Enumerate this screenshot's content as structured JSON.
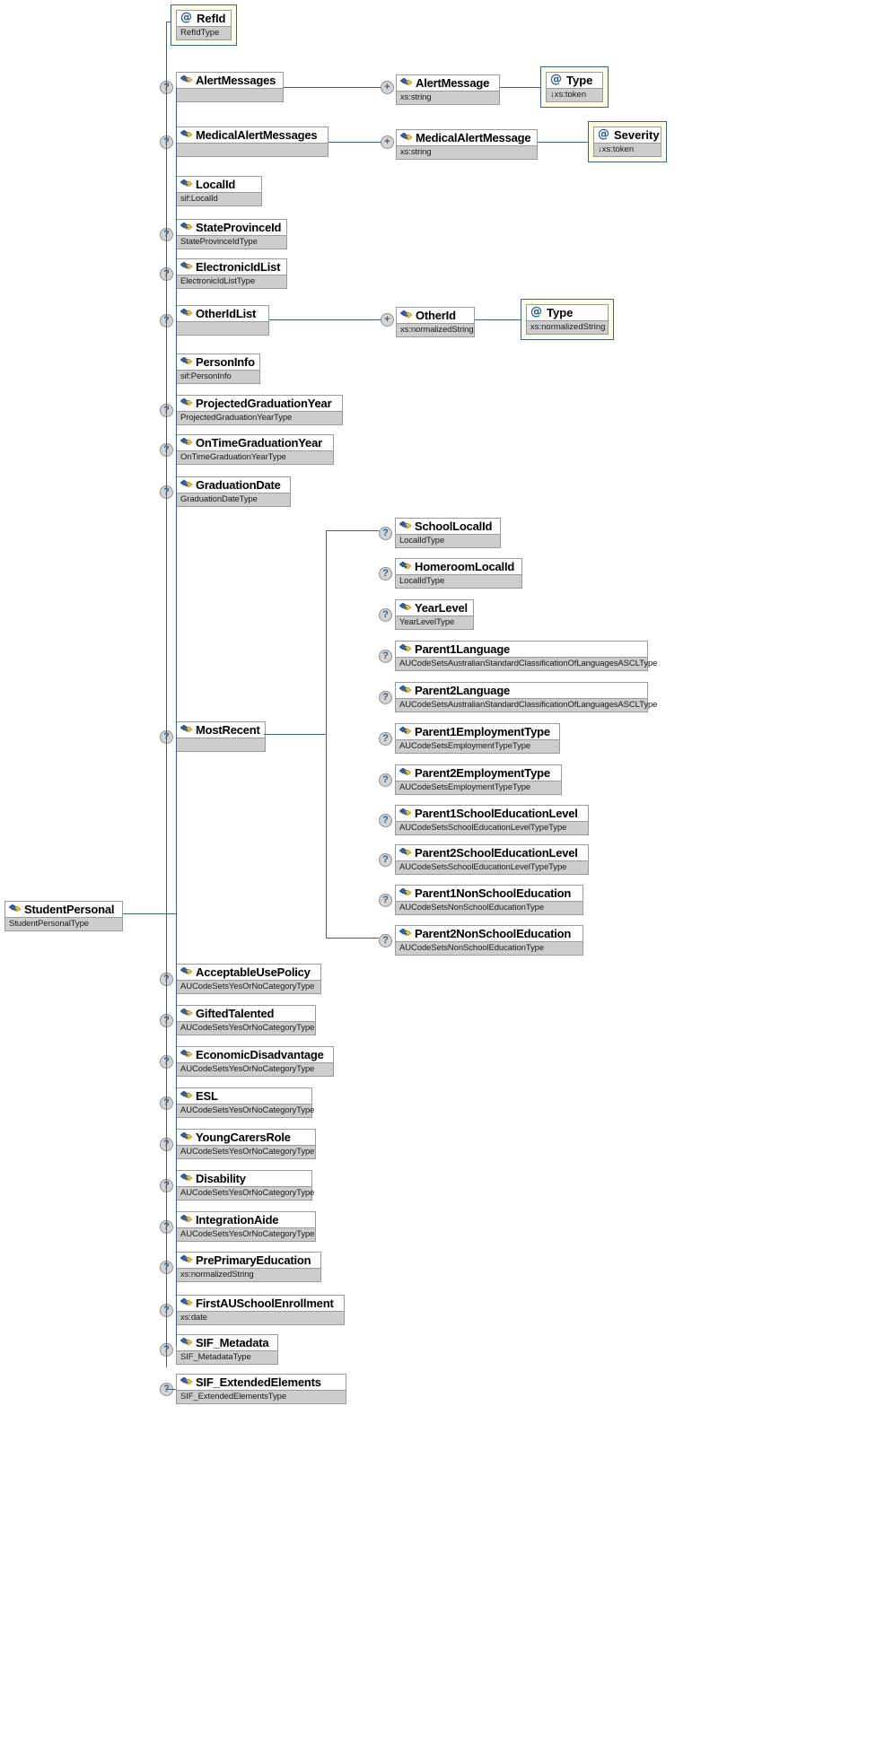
{
  "diagram": {
    "title": "StudentPersonal XML Schema Diagram",
    "root": {
      "name": "StudentPersonal",
      "type": "StudentPersonalType",
      "kind": "element",
      "optional": false
    },
    "colors": {
      "line": "#3c6287",
      "attribute_border": "#3c6287",
      "attribute_fill": "#fdfde8",
      "node_border": "#9a9a9a",
      "type_band": "#cdcdcd",
      "marker_fill": "#d4d4d4"
    },
    "icons": {
      "element": "element-icon",
      "attribute": "at-sign-icon",
      "optional": "question-mark-marker",
      "repeating": "plus-marker",
      "derived": "down-arrow-glyph"
    },
    "children": [
      {
        "name": "RefId",
        "type": "RefIdType",
        "kind": "attribute",
        "optional": false
      },
      {
        "name": "AlertMessages",
        "type": "",
        "kind": "element",
        "optional": true
      },
      {
        "name": "MedicalAlertMessages",
        "type": "",
        "kind": "element",
        "optional": true
      },
      {
        "name": "LocalId",
        "type": "sif:LocalId",
        "kind": "element",
        "optional": false
      },
      {
        "name": "StateProvinceId",
        "type": "StateProvinceIdType",
        "kind": "element",
        "optional": true
      },
      {
        "name": "ElectronicIdList",
        "type": "ElectronicIdListType",
        "kind": "element",
        "optional": true
      },
      {
        "name": "OtherIdList",
        "type": "",
        "kind": "element",
        "optional": true
      },
      {
        "name": "PersonInfo",
        "type": "sif:PersonInfo",
        "kind": "element",
        "optional": false
      },
      {
        "name": "ProjectedGraduationYear",
        "type": "ProjectedGraduationYearType",
        "kind": "element",
        "optional": true
      },
      {
        "name": "OnTimeGraduationYear",
        "type": "OnTimeGraduationYearType",
        "kind": "element",
        "optional": true
      },
      {
        "name": "GraduationDate",
        "type": "GraduationDateType",
        "kind": "element",
        "optional": true
      },
      {
        "name": "MostRecent",
        "type": "",
        "kind": "element",
        "optional": true
      },
      {
        "name": "AcceptableUsePolicy",
        "type": "AUCodeSetsYesOrNoCategoryType",
        "kind": "element",
        "optional": true
      },
      {
        "name": "GiftedTalented",
        "type": "AUCodeSetsYesOrNoCategoryType",
        "kind": "element",
        "optional": true
      },
      {
        "name": "EconomicDisadvantage",
        "type": "AUCodeSetsYesOrNoCategoryType",
        "kind": "element",
        "optional": true
      },
      {
        "name": "ESL",
        "type": "AUCodeSetsYesOrNoCategoryType",
        "kind": "element",
        "optional": true
      },
      {
        "name": "YoungCarersRole",
        "type": "AUCodeSetsYesOrNoCategoryType",
        "kind": "element",
        "optional": true
      },
      {
        "name": "Disability",
        "type": "AUCodeSetsYesOrNoCategoryType",
        "kind": "element",
        "optional": true
      },
      {
        "name": "IntegrationAide",
        "type": "AUCodeSetsYesOrNoCategoryType",
        "kind": "element",
        "optional": true
      },
      {
        "name": "PrePrimaryEducation",
        "type": "xs:normalizedString",
        "kind": "element",
        "optional": true
      },
      {
        "name": "FirstAUSchoolEnrollment",
        "type": "xs:date",
        "kind": "element",
        "optional": true
      },
      {
        "name": "SIF_Metadata",
        "type": "SIF_MetadataType",
        "kind": "element",
        "optional": true
      },
      {
        "name": "SIF_ExtendedElements",
        "type": "SIF_ExtendedElementsType",
        "kind": "element",
        "optional": true
      }
    ],
    "alert_message": {
      "name": "AlertMessage",
      "type": "xs:string",
      "kind": "element",
      "repeating": true
    },
    "alert_type": {
      "name": "Type",
      "type": "xs:token",
      "kind": "attribute",
      "derived": true
    },
    "medical_alert_message": {
      "name": "MedicalAlertMessage",
      "type": "xs:string",
      "kind": "element",
      "repeating": true
    },
    "severity": {
      "name": "Severity",
      "type": "xs:token",
      "kind": "attribute",
      "derived": true
    },
    "other_id": {
      "name": "OtherId",
      "type": "xs:normalizedString",
      "kind": "element",
      "repeating": true
    },
    "other_id_type": {
      "name": "Type",
      "type": "xs:normalizedString",
      "kind": "attribute",
      "derived": false
    },
    "most_recent_children": [
      {
        "name": "SchoolLocalId",
        "type": "LocalIdType",
        "optional": true
      },
      {
        "name": "HomeroomLocalId",
        "type": "LocalIdType",
        "optional": true
      },
      {
        "name": "YearLevel",
        "type": "YearLevelType",
        "optional": true
      },
      {
        "name": "Parent1Language",
        "type": "AUCodeSetsAustralianStandardClassificationOfLanguagesASCLType",
        "optional": true
      },
      {
        "name": "Parent2Language",
        "type": "AUCodeSetsAustralianStandardClassificationOfLanguagesASCLType",
        "optional": true
      },
      {
        "name": "Parent1EmploymentType",
        "type": "AUCodeSetsEmploymentTypeType",
        "optional": true
      },
      {
        "name": "Parent2EmploymentType",
        "type": "AUCodeSetsEmploymentTypeType",
        "optional": true
      },
      {
        "name": "Parent1SchoolEducationLevel",
        "type": "AUCodeSetsSchoolEducationLevelTypeType",
        "optional": true
      },
      {
        "name": "Parent2SchoolEducationLevel",
        "type": "AUCodeSetsSchoolEducationLevelTypeType",
        "optional": true
      },
      {
        "name": "Parent1NonSchoolEducation",
        "type": "AUCodeSetsNonSchoolEducationType",
        "optional": true
      },
      {
        "name": "Parent2NonSchoolEducation",
        "type": "AUCodeSetsNonSchoolEducationType",
        "optional": true
      }
    ]
  }
}
